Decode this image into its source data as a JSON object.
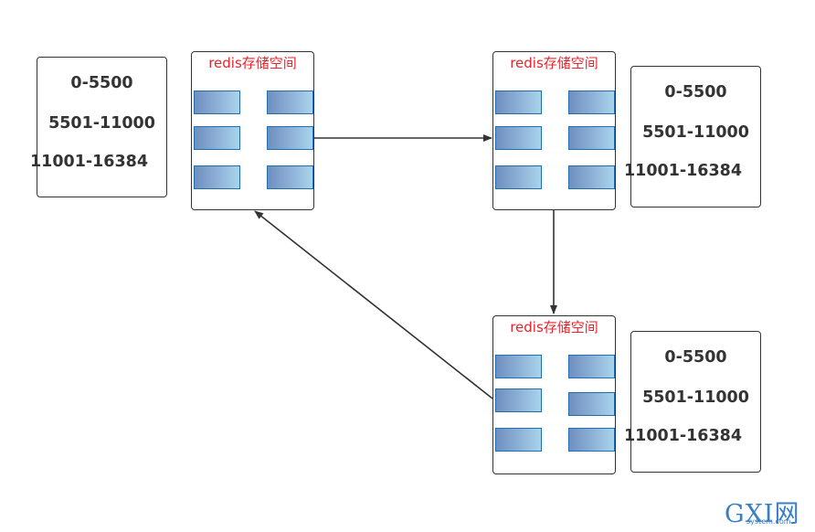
{
  "node_title": "redis存储空间",
  "slot_ranges": [
    "0-5500",
    "5501-11000",
    "11001-16384"
  ],
  "watermark": {
    "logo_text": "GXI网",
    "site": "system.com"
  },
  "colors": {
    "border": "#333333",
    "title": "#e8242c",
    "cell_border": "#1f6fb4",
    "cell_fill_left": "#6f8fbf",
    "cell_fill_right": "#a9d4ea"
  }
}
